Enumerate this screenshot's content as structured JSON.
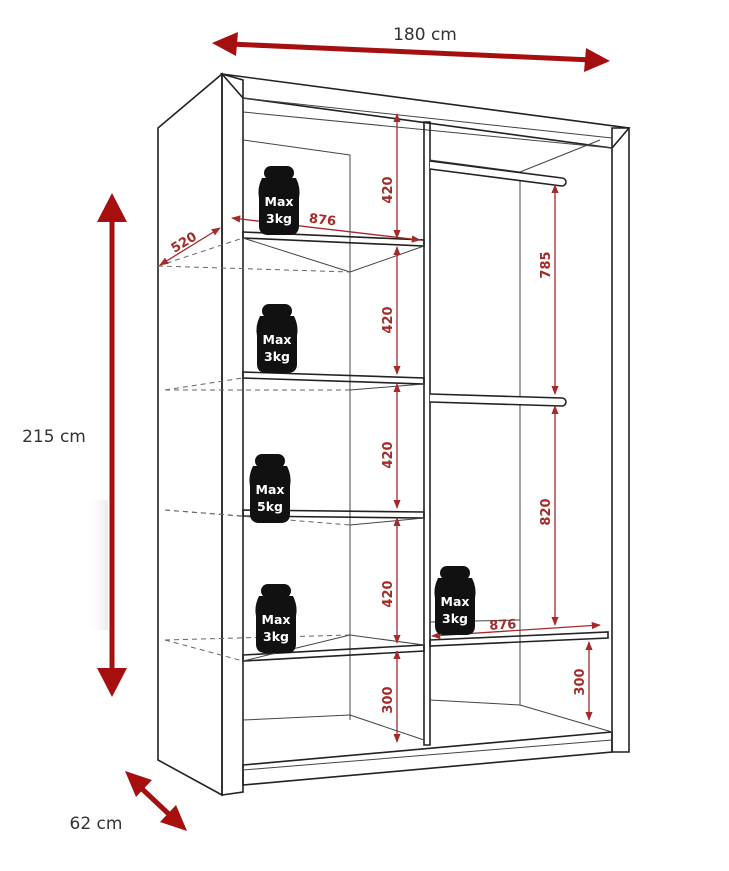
{
  "colors": {
    "outer_arrow": "#a50f0f",
    "inner_dim": "#a52a2a",
    "weight": "#111111",
    "outline": "#222222"
  },
  "outer_dimensions": {
    "width": "180 cm",
    "height": "215 cm",
    "depth": "62 cm"
  },
  "inner_dimensions": {
    "depth": "520",
    "left_width": "876",
    "right_width": "876",
    "shelf_gap_1": "420",
    "shelf_gap_2": "420",
    "shelf_gap_3": "420",
    "shelf_gap_4": "420",
    "left_bottom": "300",
    "right_upper": "785",
    "right_lower": "820",
    "right_bottom": "300"
  },
  "weights": [
    {
      "line1": "Max",
      "line2": "3kg"
    },
    {
      "line1": "Max",
      "line2": "3kg"
    },
    {
      "line1": "Max",
      "line2": "5kg"
    },
    {
      "line1": "Max",
      "line2": "3kg"
    },
    {
      "line1": "Max",
      "line2": "3kg"
    }
  ]
}
